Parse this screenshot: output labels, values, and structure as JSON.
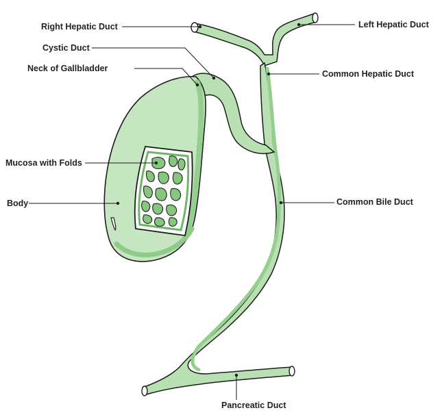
{
  "colors": {
    "light_green": "#c5e6c0",
    "mid_green": "#a8d8a0",
    "dark_green": "#7fc27a",
    "outline": "#1d1d1d"
  },
  "labels": {
    "right_hepatic_duct": "Right Hepatic Duct",
    "left_hepatic_duct": "Left Hepatic Duct",
    "cystic_duct": "Cystic Duct",
    "common_hepatic_duct": "Common Hepatic Duct",
    "neck_of_gallbladder": "Neck of Gallbladder",
    "mucosa_with_folds": "Mucosa with Folds",
    "body": "Body",
    "common_bile_duct": "Common Bile Duct",
    "pancreatic_duct": "Pancreatic Duct"
  }
}
